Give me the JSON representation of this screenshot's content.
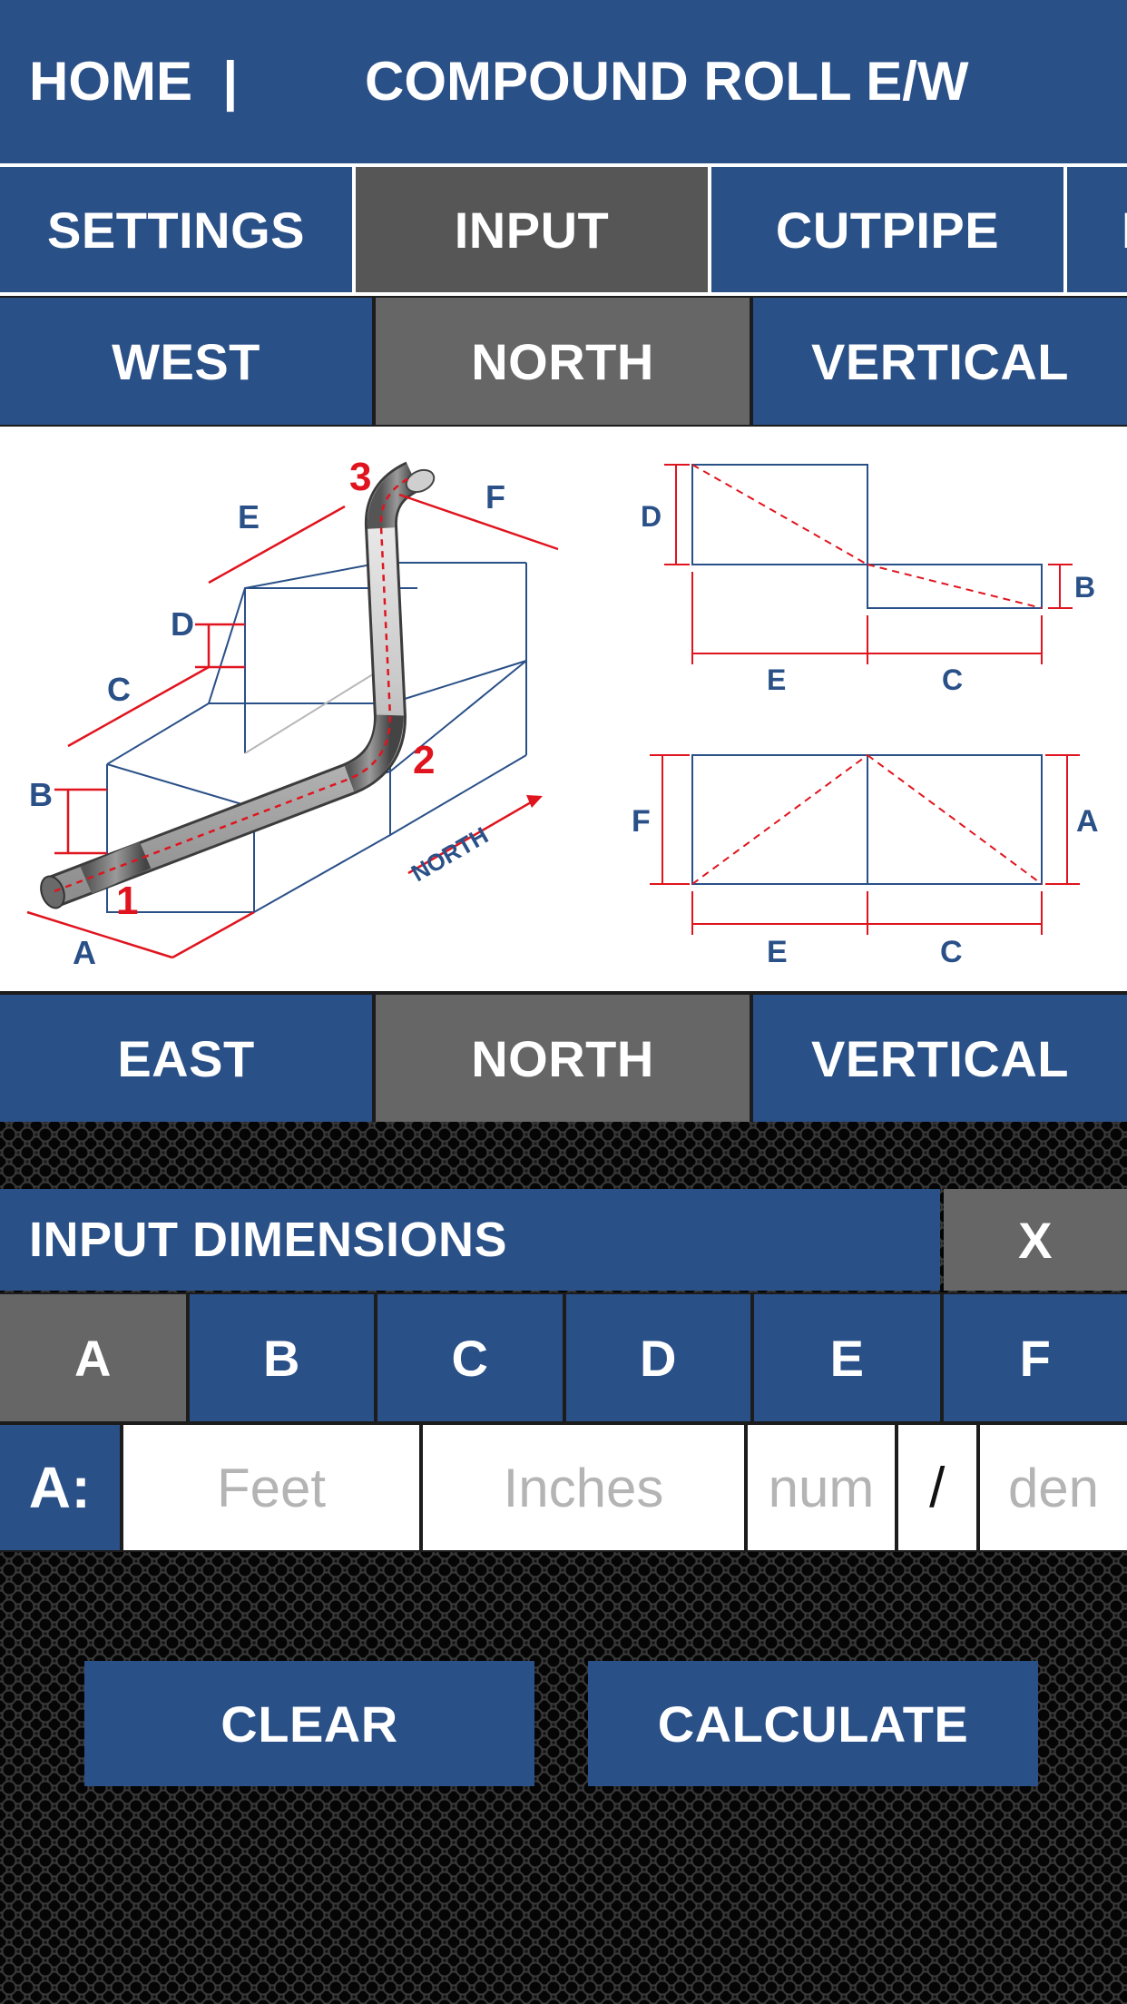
{
  "header": {
    "home": "HOME",
    "separator": "|",
    "title": "COMPOUND ROLL E/W"
  },
  "tabs": [
    {
      "label": "SETTINGS",
      "active": false
    },
    {
      "label": "INPUT",
      "active": true
    },
    {
      "label": "CUTPIPE",
      "active": false
    },
    {
      "label": "I",
      "active": false
    }
  ],
  "dir_top": [
    {
      "label": "WEST",
      "active": false
    },
    {
      "label": "NORTH",
      "active": true
    },
    {
      "label": "VERTICAL",
      "active": false
    }
  ],
  "dir_bottom": [
    {
      "label": "EAST",
      "active": false
    },
    {
      "label": "NORTH",
      "active": true
    },
    {
      "label": "VERTICAL",
      "active": false
    }
  ],
  "diagram": {
    "letters": [
      "A",
      "B",
      "C",
      "D",
      "E",
      "F"
    ],
    "points": [
      "1",
      "2",
      "3"
    ],
    "compass": "NORTH"
  },
  "panel": {
    "title": "INPUT DIMENSIONS",
    "close": "X",
    "dims": [
      {
        "label": "A",
        "active": true
      },
      {
        "label": "B",
        "active": false
      },
      {
        "label": "C",
        "active": false
      },
      {
        "label": "D",
        "active": false
      },
      {
        "label": "E",
        "active": false
      },
      {
        "label": "F",
        "active": false
      }
    ],
    "field_label": "A:",
    "feet_placeholder": "Feet",
    "inches_placeholder": "Inches",
    "num_placeholder": "num",
    "slash": "/",
    "den_placeholder": "den"
  },
  "actions": {
    "clear": "CLEAR",
    "calculate": "CALCULATE"
  },
  "colors": {
    "blue": "#2a5088",
    "active": "#565656",
    "red": "#e0141e"
  }
}
